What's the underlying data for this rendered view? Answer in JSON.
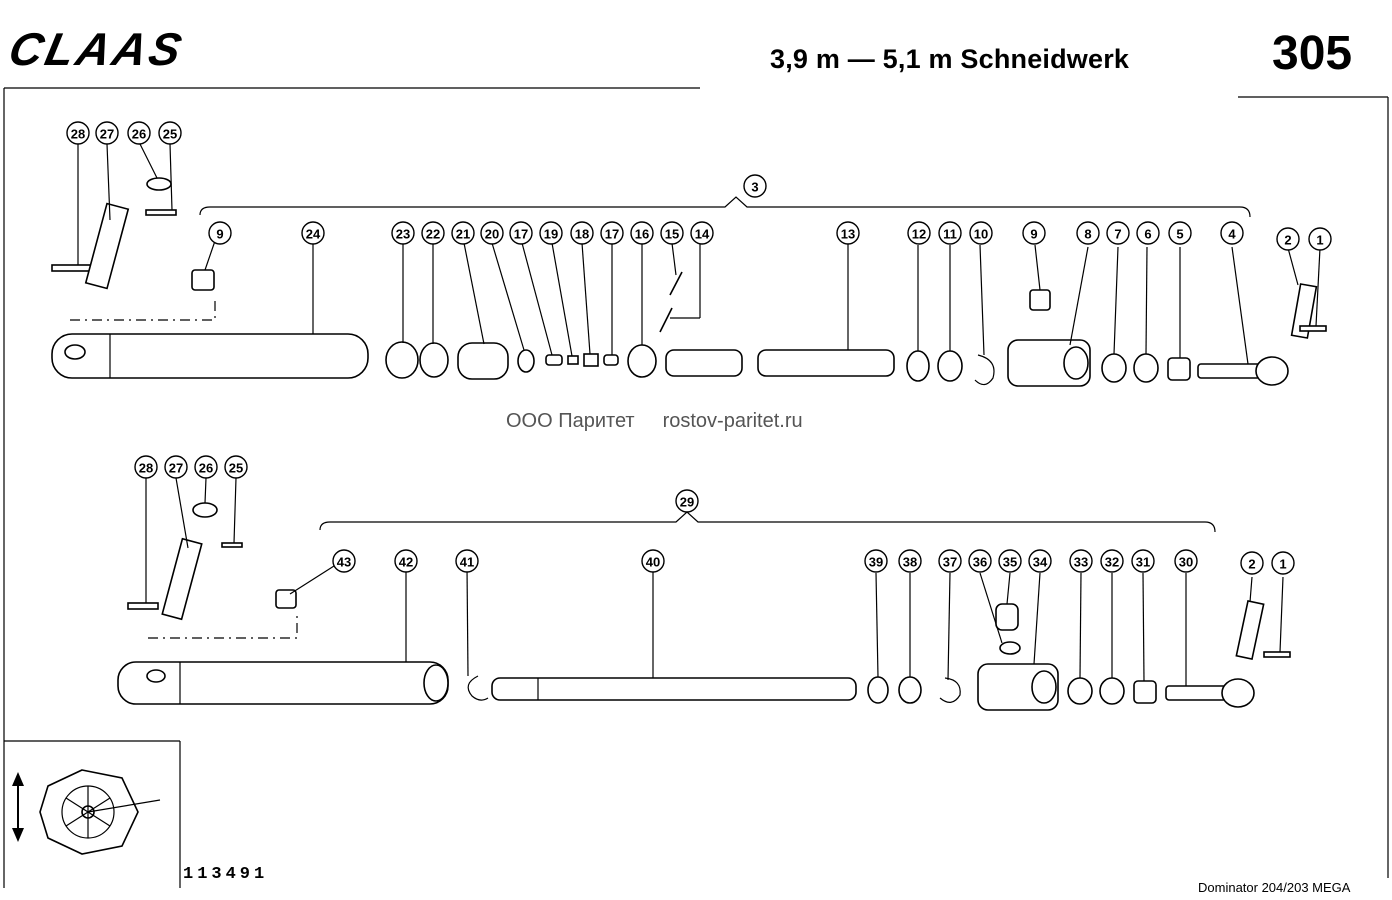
{
  "header": {
    "brand": "CLAAS",
    "title": "3,9 m — 5,1 m Schneidwerk",
    "page_number": "305"
  },
  "watermark": {
    "company": "ООО Паритет",
    "site": "rostov-paritet.ru"
  },
  "footer": {
    "drawing_number": "113491",
    "model": "Dominator 204/203 MEGA"
  },
  "assembly_top": {
    "group_label": "3",
    "loose_parts": [
      "28",
      "27",
      "26",
      "25",
      "2",
      "1"
    ],
    "callouts": [
      "9",
      "24",
      "23",
      "22",
      "21",
      "20",
      "17",
      "19",
      "18",
      "17",
      "16",
      "15",
      "14",
      "13",
      "12",
      "11",
      "10",
      "9",
      "8",
      "7",
      "6",
      "5",
      "4"
    ]
  },
  "assembly_bottom": {
    "group_label": "29",
    "loose_parts": [
      "28",
      "27",
      "26",
      "25",
      "2",
      "1"
    ],
    "callouts": [
      "43",
      "42",
      "41",
      "40",
      "39",
      "38",
      "37",
      "36",
      "35",
      "34",
      "33",
      "32",
      "31",
      "30"
    ]
  }
}
